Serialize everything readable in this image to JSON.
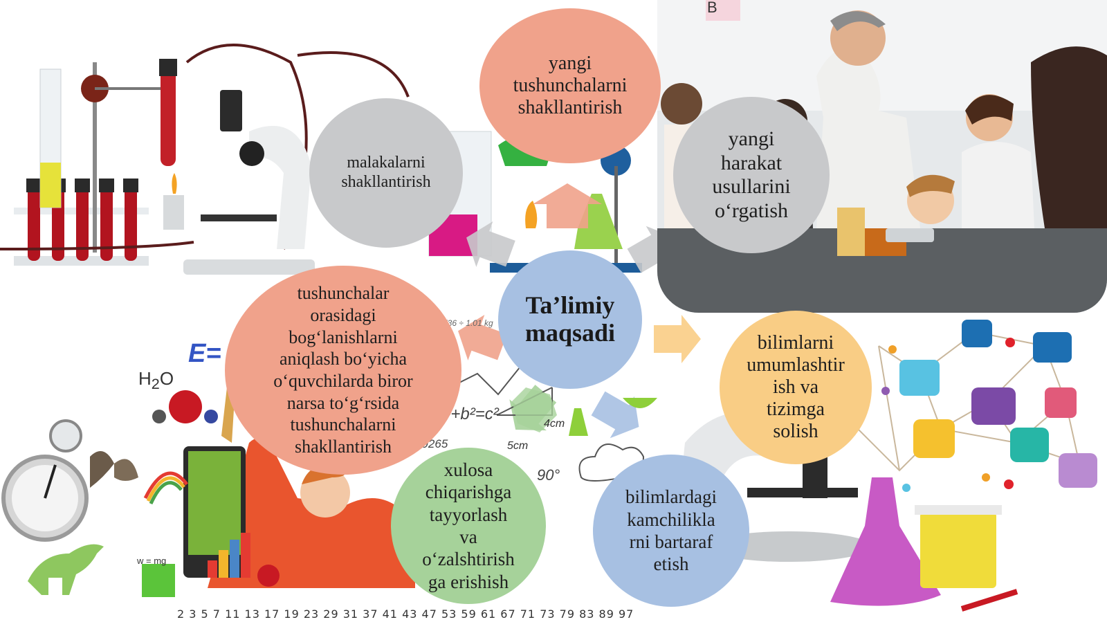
{
  "diagram": {
    "center": {
      "line1": "Ta’limiy",
      "line2": "maqsadi"
    },
    "nodes": {
      "top": [
        "yangi",
        "tushunchalarni",
        "shakllantirish"
      ],
      "malaka": [
        "malakalarni",
        "shakllantirish"
      ],
      "harakat": [
        "yangi",
        "harakat",
        "usullarini",
        "o‘rgatish"
      ],
      "tushunchalar": [
        "tushunchalar",
        "orasidagi",
        "bog‘lanishlarni",
        "aniqlash bo‘yicha",
        "o‘quvchilarda biror",
        "narsa to‘g‘rsida",
        "tushunchalarni",
        "shakllantirish"
      ],
      "bilim": [
        "bilimlarni",
        "umumlashtir",
        "ish va",
        "tizimga",
        "solish"
      ],
      "xulosa": [
        "xulosa",
        "chiqarishga",
        "tayyorlash",
        "va",
        "o‘zalshtirish",
        "ga erishish"
      ],
      "kamchilik": [
        "bilimlardagi",
        "kamchilikla",
        "rni bartaraf",
        "etish"
      ]
    },
    "colors": {
      "blue": "#a7c0e2",
      "salmon": "#f0a28b",
      "grey": "#c8c9cb",
      "yellow": "#f9cd85",
      "green": "#a6d29a"
    }
  },
  "decor": {
    "formula_e": "E=",
    "formula_h2o": "H",
    "formula_h2o_sub": "2",
    "formula_o": "O",
    "pythagoras": "a²+b²=c²",
    "len_4": "4cm",
    "len_5": "5cm",
    "angle": "90°",
    "number_9265": "39265",
    "wmg": "w = mg",
    "scale_text": "736 ÷ 1.01 kg",
    "tag_b": "B",
    "number_row": "2 3 5 7 11 13 17 19 23 29 31 37 41 43 47 53 59 61 67 71 73 79 83 89 97",
    "icons": [
      "microscope-icon",
      "laptop-icon",
      "flask-icon",
      "atom-icon",
      "heart-icon",
      "building-icon",
      "gear-icon"
    ]
  }
}
